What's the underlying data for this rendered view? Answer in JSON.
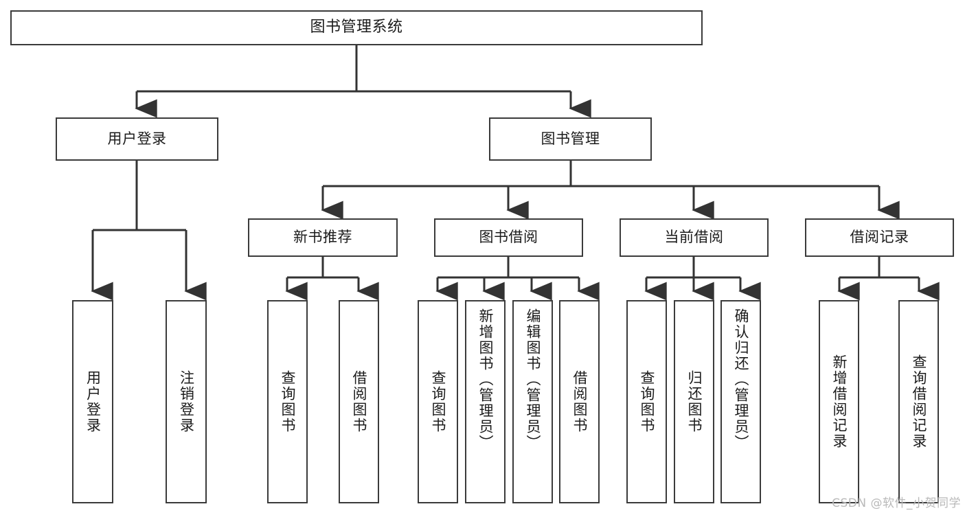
{
  "diagram": {
    "type": "tree",
    "title": "图书管理系统",
    "watermark": "CSDN @软件_小贺同学",
    "colors": {
      "box_stroke": "#3a3a3a",
      "box_fill": "#ffffff",
      "line": "#333333",
      "text": "#1b1b1b",
      "watermark": "#b9b9b9"
    },
    "nodes": {
      "root": "图书管理系统",
      "user_login": "用户登录",
      "book_manage": "图书管理",
      "new_book_rec": "新书推荐",
      "book_borrow": "图书借阅",
      "current_borrow": "当前借阅",
      "borrow_record": "借阅记录",
      "leaf_user_login": "用户登录",
      "leaf_user_logout": "注销登录",
      "leaf_rec_query": "查询图书",
      "leaf_rec_borrow": "借阅图书",
      "leaf_borrow_query": "查询图书",
      "leaf_borrow_add": "新增图书（管理员）",
      "leaf_borrow_edit": "编辑图书（管理员）",
      "leaf_borrow_lend": "借阅图书",
      "leaf_cur_query": "查询图书",
      "leaf_cur_return": "归还图书",
      "leaf_cur_confirm": "确认归还（管理员）",
      "leaf_rec_add": "新增借阅记录",
      "leaf_rec_search": "查询借阅记录"
    },
    "edges": [
      {
        "from": "root",
        "to": "user_login"
      },
      {
        "from": "root",
        "to": "book_manage"
      },
      {
        "from": "user_login",
        "to": "leaf_user_login"
      },
      {
        "from": "user_login",
        "to": "leaf_user_logout"
      },
      {
        "from": "book_manage",
        "to": "new_book_rec"
      },
      {
        "from": "book_manage",
        "to": "book_borrow"
      },
      {
        "from": "book_manage",
        "to": "current_borrow"
      },
      {
        "from": "book_manage",
        "to": "borrow_record"
      },
      {
        "from": "new_book_rec",
        "to": "leaf_rec_query"
      },
      {
        "from": "new_book_rec",
        "to": "leaf_rec_borrow"
      },
      {
        "from": "book_borrow",
        "to": "leaf_borrow_query"
      },
      {
        "from": "book_borrow",
        "to": "leaf_borrow_add"
      },
      {
        "from": "book_borrow",
        "to": "leaf_borrow_edit"
      },
      {
        "from": "book_borrow",
        "to": "leaf_borrow_lend"
      },
      {
        "from": "current_borrow",
        "to": "leaf_cur_query"
      },
      {
        "from": "current_borrow",
        "to": "leaf_cur_return"
      },
      {
        "from": "current_borrow",
        "to": "leaf_cur_confirm"
      },
      {
        "from": "borrow_record",
        "to": "leaf_rec_add"
      },
      {
        "from": "borrow_record",
        "to": "leaf_rec_search"
      }
    ]
  }
}
